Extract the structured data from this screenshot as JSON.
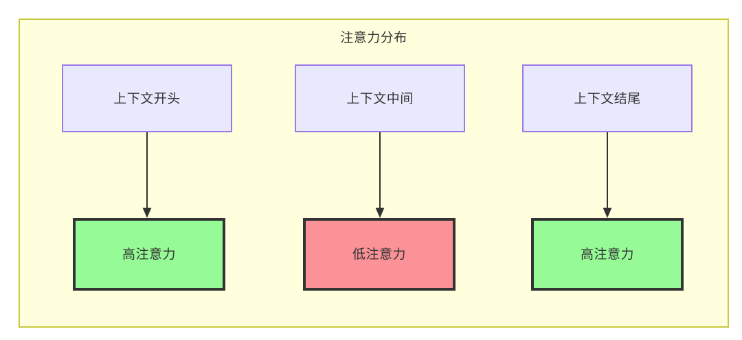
{
  "diagram": {
    "type": "flowchart",
    "title": "注意力分布",
    "container": {
      "fill_color": "#ffffdd",
      "border_color": "#c9c93d"
    },
    "nodes": {
      "context": [
        {
          "id": "context-start",
          "label": "上下文开头",
          "fill_color": "#e9e9fd",
          "border_color": "#9a79e8"
        },
        {
          "id": "context-middle",
          "label": "上下文中间",
          "fill_color": "#e9e9fd",
          "border_color": "#9a79e8"
        },
        {
          "id": "context-end",
          "label": "上下文结尾",
          "fill_color": "#e9e9fd",
          "border_color": "#9a79e8"
        }
      ],
      "attention": [
        {
          "id": "attention-high-start",
          "label": "高注意力",
          "fill_color": "#96fb96",
          "border_color": "#333333"
        },
        {
          "id": "attention-low-middle",
          "label": "低注意力",
          "fill_color": "#fb9298",
          "border_color": "#333333"
        },
        {
          "id": "attention-high-end",
          "label": "高注意力",
          "fill_color": "#96fb96",
          "border_color": "#333333"
        }
      ]
    },
    "edges": [
      {
        "from": "context-start",
        "to": "attention-high-start",
        "label": ""
      },
      {
        "from": "context-middle",
        "to": "attention-low-middle",
        "label": ""
      },
      {
        "from": "context-end",
        "to": "attention-high-end",
        "label": ""
      }
    ],
    "edge_color": "#333333"
  }
}
